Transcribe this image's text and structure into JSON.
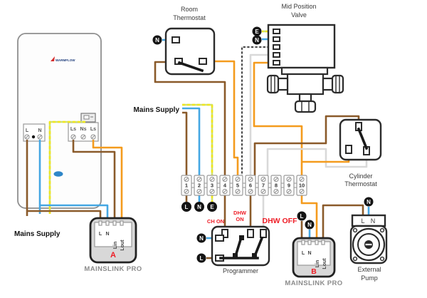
{
  "colors": {
    "wire_brown": "#8a5a2a",
    "wire_blue": "#45a7e3",
    "wire_orange": "#f49b1d",
    "wire_earth_dash": "#f0e71e",
    "wire_earth_base": "#cfe070",
    "wire_white": "#d9d9d9",
    "wire_grey_dash": "#4a4a4a",
    "wire_grey_base": "#e6e6e6",
    "annotation_red": "#ee1c25",
    "badge_black": "#141414",
    "box_grey": "#d8d8d8"
  },
  "boiler": {
    "logo_text": "WARMFLOW",
    "terminals_left": [
      "L",
      "N"
    ],
    "terminals_right": [
      "Ls",
      "Ns",
      "Ls"
    ]
  },
  "labels": {
    "mains_supply_left": "Mains Supply",
    "mains_supply_mid": "Mains Supply",
    "room_thermostat_1": "Room",
    "room_thermostat_2": "Thermostat",
    "valve_1": "Mid Position",
    "valve_2": "Valve",
    "cylinder_1": "Cylinder",
    "cylinder_2": "Thermostat",
    "pump_1": "External",
    "pump_2": "Pump",
    "programmer": "Programmer",
    "mainslink": "MAINSLINK PRO"
  },
  "annotations": {
    "ch_on": "CH ON",
    "dhw": "DHW",
    "on": "ON",
    "dhw_off": "DHW OFF",
    "unit_a": "A",
    "unit_b": "B"
  },
  "badges": {
    "live": "L",
    "neutral": "N",
    "earth": "E"
  },
  "terminal_strip": {
    "numbers": [
      "1",
      "2",
      "3",
      "4",
      "5",
      "6",
      "7",
      "8",
      "9",
      "10"
    ]
  },
  "mainslink_terminals": [
    "L",
    "N",
    "Lin",
    "Lout"
  ],
  "pump_terminals": {
    "l": "L",
    "n": "N"
  }
}
